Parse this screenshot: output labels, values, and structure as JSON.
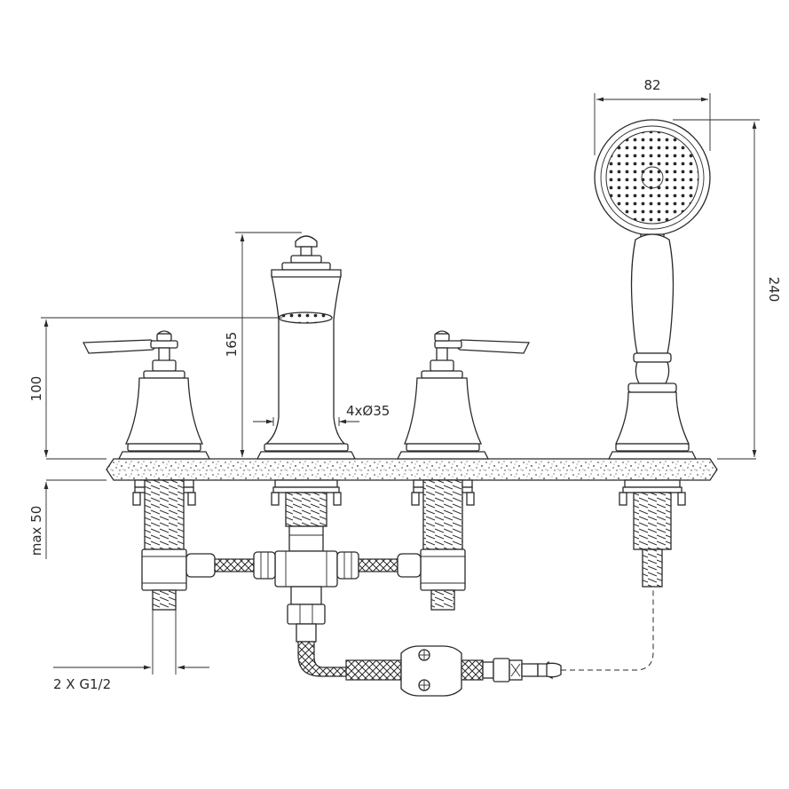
{
  "dimensions": {
    "shower_head_width": "82",
    "shower_height": "240",
    "spout_height": "165",
    "handle_height": "100",
    "holes": "4xØ35",
    "deck_thickness": "max 50",
    "connection": "2 X G1/2"
  },
  "colors": {
    "line": "#2a2a2a",
    "background": "#ffffff"
  }
}
